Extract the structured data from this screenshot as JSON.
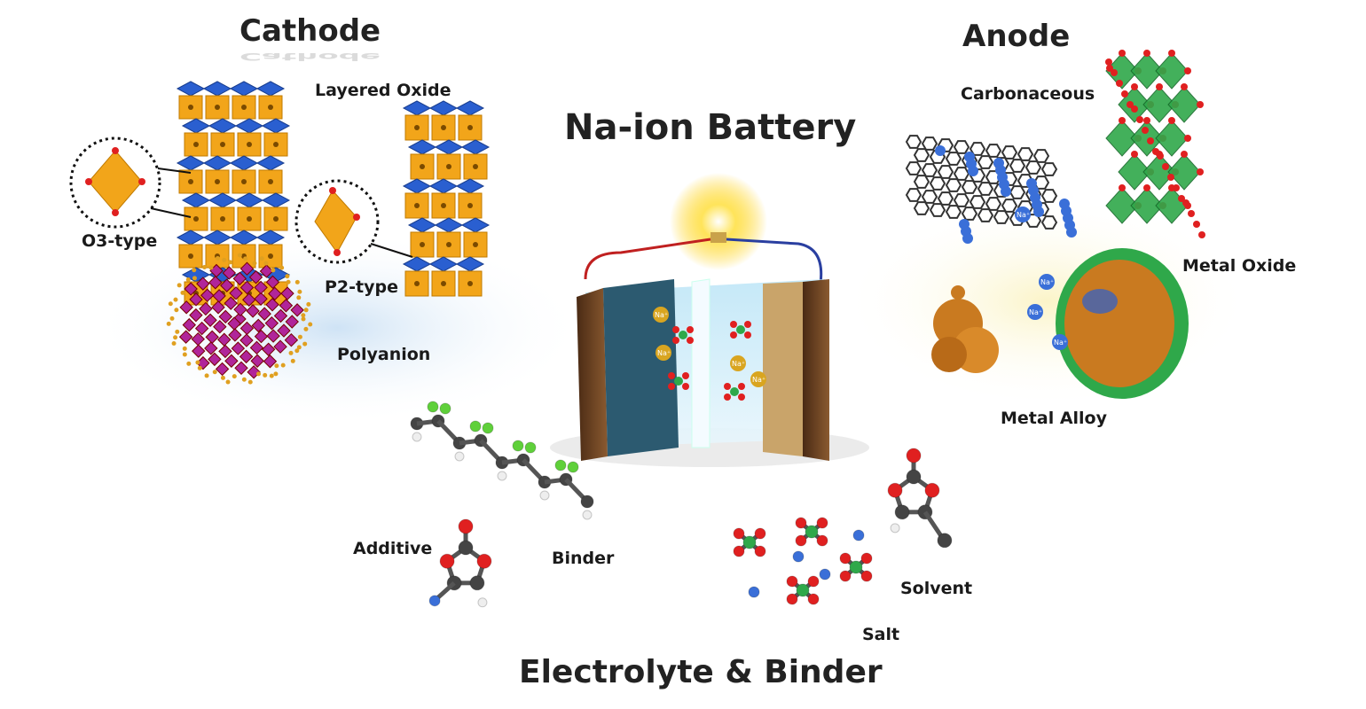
{
  "title": "Na-ion Battery",
  "cathode": {
    "heading": "Cathode",
    "labels": {
      "layered_oxide": "Layered Oxide",
      "o3": "O3-type",
      "p2": "P2-type",
      "polyanion": "Polyanion"
    }
  },
  "anode": {
    "heading": "Anode",
    "labels": {
      "carbonaceous": "Carbonaceous",
      "metal_oxide": "Metal Oxide",
      "metal_alloy": "Metal Alloy"
    }
  },
  "electrolyte": {
    "heading": "Electrolyte & Binder",
    "labels": {
      "additive": "Additive",
      "binder": "Binder",
      "salt": "Salt",
      "solvent": "Solvent"
    }
  },
  "ion_label": "Na⁺",
  "colors": {
    "layer_blue": "#2a5fd0",
    "octa_orange": "#f2a51a",
    "polyanion_magenta": "#b0259a",
    "oxide_green": "#2fa84a",
    "oxygen_red": "#e02020",
    "carbon_dark": "#333333",
    "fluorine_green": "#5fd03a",
    "sodium_blue": "#3a6fd8"
  }
}
